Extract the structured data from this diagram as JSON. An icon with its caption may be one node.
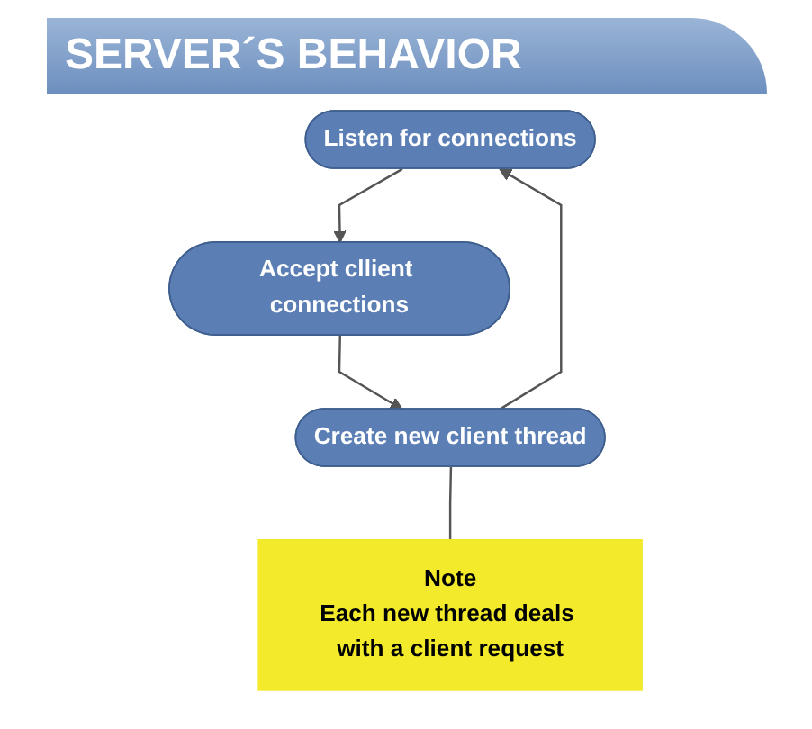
{
  "diagram": {
    "title": "SERVER´S BEHAVIOR",
    "nodes": [
      {
        "text": [
          "Listen for connections"
        ]
      },
      {
        "text": [
          "Accept cllient connections"
        ]
      },
      {
        "text": [
          "Create new client thread"
        ]
      },
      {
        "text": [
          "Note",
          "Each new thread deals with a client request"
        ]
      }
    ],
    "edges": [
      {
        "from": 0,
        "to": 1,
        "arrow": "to"
      },
      {
        "from": 1,
        "to": 2,
        "arrow": "to"
      },
      {
        "from": 2,
        "to": 0,
        "arrow": "to"
      },
      {
        "from": 2,
        "to": 3,
        "arrow": "none"
      }
    ]
  }
}
